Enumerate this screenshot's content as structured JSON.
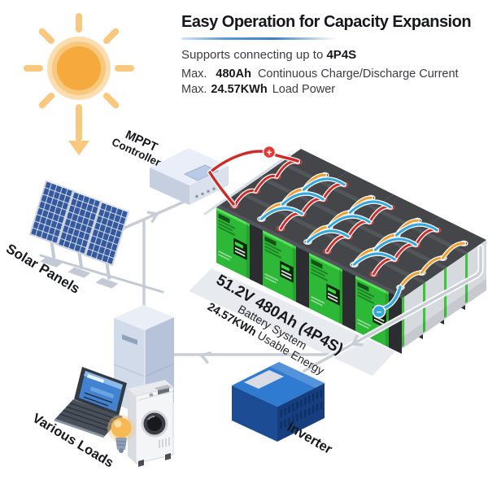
{
  "header": {
    "title": "Easy Operation for Capacity Expansion",
    "subtitle_prefix": "Supports connecting up to ",
    "subtitle_bold": "4P4S",
    "line1_prefix": "Max.",
    "line1_bold": "480Ah",
    "line1_suffix": "Continuous Charge/Discharge Current",
    "line2_prefix": "Max.",
    "line2_bold": "24.57KWh",
    "line2_suffix": "Load Power"
  },
  "labels": {
    "mppt_line1": "MPPT",
    "mppt_line2": "Controller",
    "solar": "Solar Panels",
    "battery_line1": "51.2V 480Ah (4P4S)",
    "battery_line2": "Battery System",
    "battery_line3_bold": "24.57KWh",
    "battery_line3_rest": " Usable Energy",
    "loads": "Various Loads",
    "inverter": "Inverter"
  },
  "badges": {
    "positive": "+",
    "negative": "−"
  },
  "colors": {
    "accent_blue": "#3a7fc4",
    "battery_green": "#2db837",
    "cable_red": "#cf2b2b",
    "cable_orange": "#f29e2e",
    "cable_blue": "#35a8e0",
    "wire_gray": "#c9ced6",
    "sun_orange": "#f6a93c",
    "sun_ray": "#f8c87f",
    "panel_blue": "#35599f",
    "inverter_blue": "#2f7bd2",
    "badge_plus_red": "#e23b30",
    "badge_minus_blue": "#2fa7e0"
  }
}
